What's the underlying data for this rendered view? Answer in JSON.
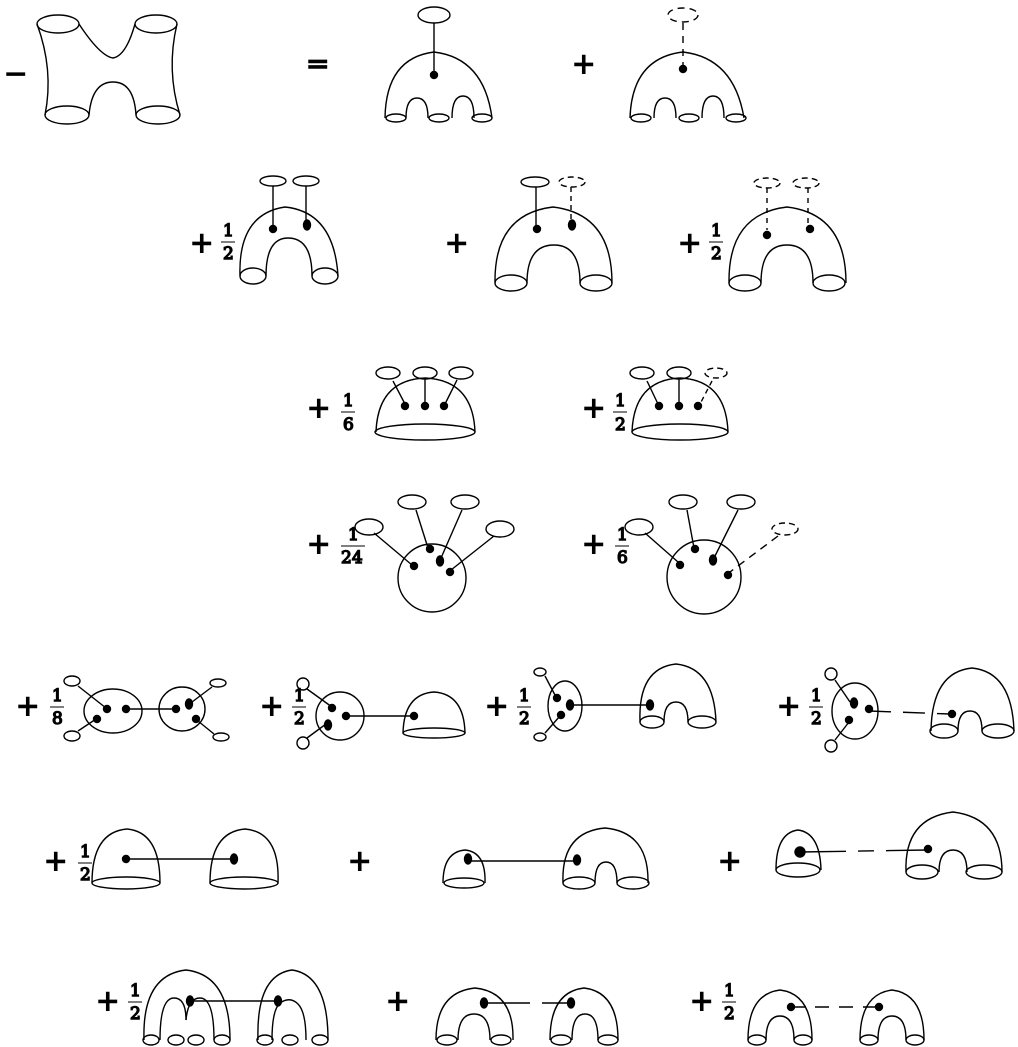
{
  "lhs": {
    "sign": "−",
    "equals": "="
  },
  "operators": {
    "plus": "+",
    "one": "1",
    "two": "2",
    "six": "6",
    "eight": "8",
    "twentyfour": "24"
  },
  "colors": {
    "ink": "#000000",
    "background": "#ffffff"
  }
}
